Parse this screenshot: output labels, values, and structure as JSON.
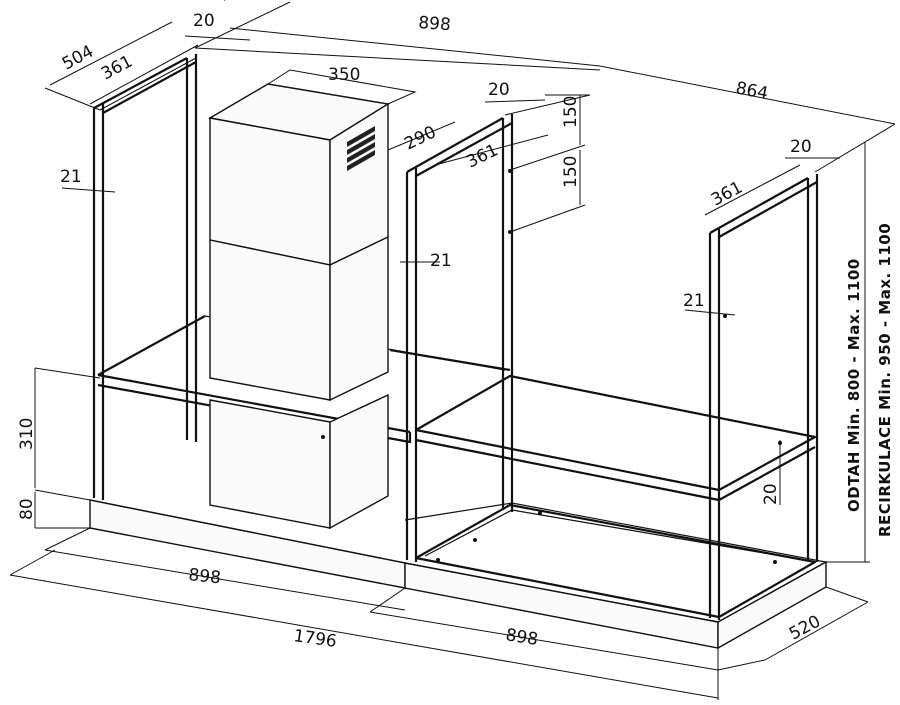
{
  "dimensions": {
    "top_width_left_module": "898",
    "top_width_right_module": "864",
    "depth_504": "504",
    "depth_361_left": "361",
    "depth_361_mid": "361",
    "depth_361_right": "361",
    "bar_20_left": "20",
    "bar_20_mid": "20",
    "bar_20_right": "20",
    "bar_20_shelf": "20",
    "duct_350": "350",
    "duct_290": "290",
    "spacing_150_top": "150",
    "spacing_150_bottom": "150",
    "bar_21_left": "21",
    "bar_21_mid": "21",
    "bar_21_right": "21",
    "height_310": "310",
    "height_80": "80",
    "bottom_898_left": "898",
    "bottom_1796": "1796",
    "bottom_898_right": "898",
    "depth_520": "520"
  },
  "side_labels": {
    "odtah": "ODTAH  Min. 800 - Max. 1100",
    "recirkulace": "RECIRKULACE  Min. 950 - Max. 1100"
  },
  "colors": {
    "line": "#111111",
    "background": "#ffffff"
  }
}
